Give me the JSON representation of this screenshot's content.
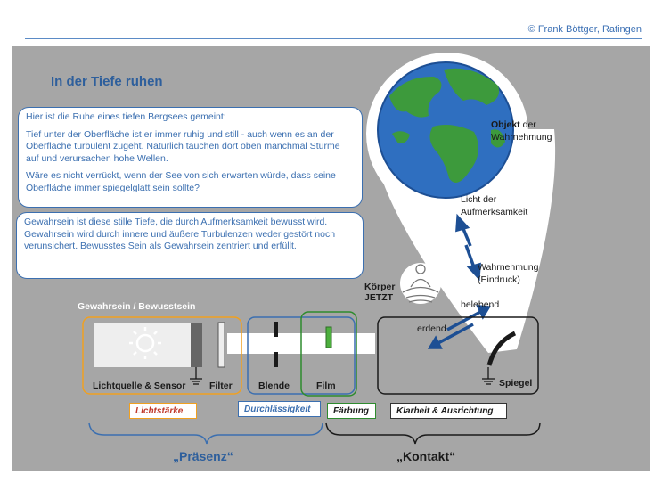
{
  "copyright": "© Frank Böttger, Ratingen",
  "title": "In der Tiefe ruhen",
  "box1": {
    "p1": "Hier ist die Ruhe eines tiefen Bergsees gemeint:",
    "p2": "Tief unter der Oberfläche ist er immer ruhig und still - auch wenn es an der Oberfläche turbulent zugeht. Natürlich tauchen dort oben manchmal Stürme auf und verursachen hohe Wellen.",
    "p3": "Wäre es nicht verrückt, wenn der See von sich erwarten würde, dass seine Oberfläche immer spiegelglatt sein sollte?"
  },
  "box2": {
    "text": "Gewahrsein ist diese stille Tiefe, die durch Aufmerksamkeit bewusst wird. Gewahrsein wird durch innere und äußere Turbulenzen weder gestört noch verunsichert. Bewusstes Sein als Gewahrsein zentriert und erfüllt."
  },
  "objekt": {
    "bold": "Objekt",
    "rest": " der",
    "line2": "Wahrnehmung"
  },
  "licht": [
    "Licht der",
    "Aufmerksamkeit"
  ],
  "wahrnehmung": [
    "Wahrnehmung",
    "(Eindruck)"
  ],
  "koerper": [
    "Körper",
    "JETZT"
  ],
  "belebend": "belebend",
  "erdend": "erdend",
  "gewahrsein_header": "Gewahrsein / Bewusstsein",
  "components": {
    "lichtquelle": "Lichtquelle & Sensor",
    "filter": "Filter",
    "blende": "Blende",
    "film": "Film",
    "spiegel": "Spiegel"
  },
  "tags": {
    "lichtstaerke": "Lichtstärke",
    "durchlaessigkeit": "Durchlässigkeit",
    "faerbung": "Färbung",
    "klarheit": "Klarheit & Ausrichtung"
  },
  "praesenz": "„Präsenz“",
  "kontakt": "„Kontakt“",
  "colors": {
    "panel": "#a6a6a6",
    "blue": "#3b6fb0",
    "orange": "#f0a020",
    "green": "#2e8b2e",
    "dark": "#1a1a1a"
  },
  "icons": [
    "sun-icon",
    "earth-icon",
    "meditating-person-icon",
    "ground-icon",
    "mirror-icon"
  ]
}
